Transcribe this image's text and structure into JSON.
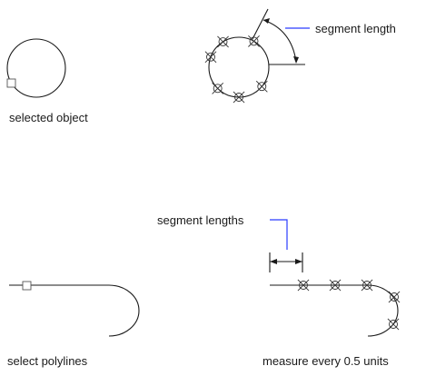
{
  "labels": {
    "selected_object": "selected object",
    "segment_length": "segment length",
    "segment_lengths": "segment lengths",
    "select_polylines": "select polylines",
    "measure_every": "measure every 0.5 units"
  },
  "colors": {
    "leader": "#2a3cff",
    "geometry": "#1a1a1a",
    "marker": "#333333"
  }
}
